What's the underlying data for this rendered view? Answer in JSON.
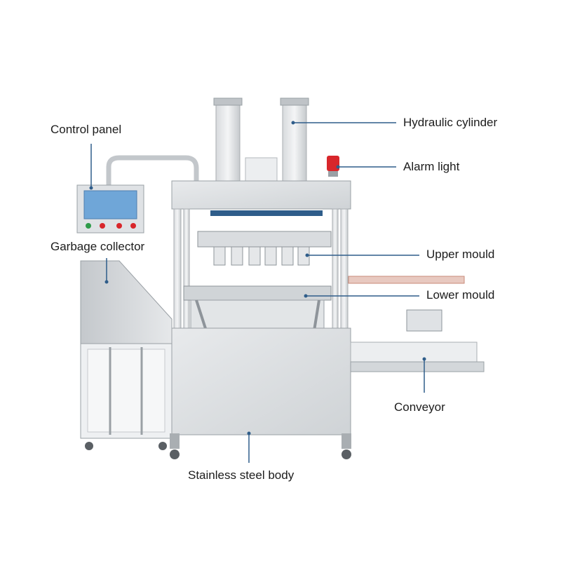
{
  "labels": {
    "control_panel": "Control panel",
    "garbage_collector": "Garbage collector",
    "hydraulic_cylinder": "Hydraulic cylinder",
    "alarm_light": "Alarm light",
    "upper_mould": "Upper mould",
    "lower_mould": "Lower mould",
    "conveyor": "Conveyor",
    "stainless_steel_body": "Stainless steel body"
  },
  "colors": {
    "leader_line": "#2f5d8a",
    "steel_light": "#e4e6e8",
    "steel_mid": "#c9cdd1",
    "steel_dark": "#8e949a",
    "alarm": "#d8262b",
    "screen": "#6fa6d8",
    "label_text": "#1c1c1c"
  }
}
